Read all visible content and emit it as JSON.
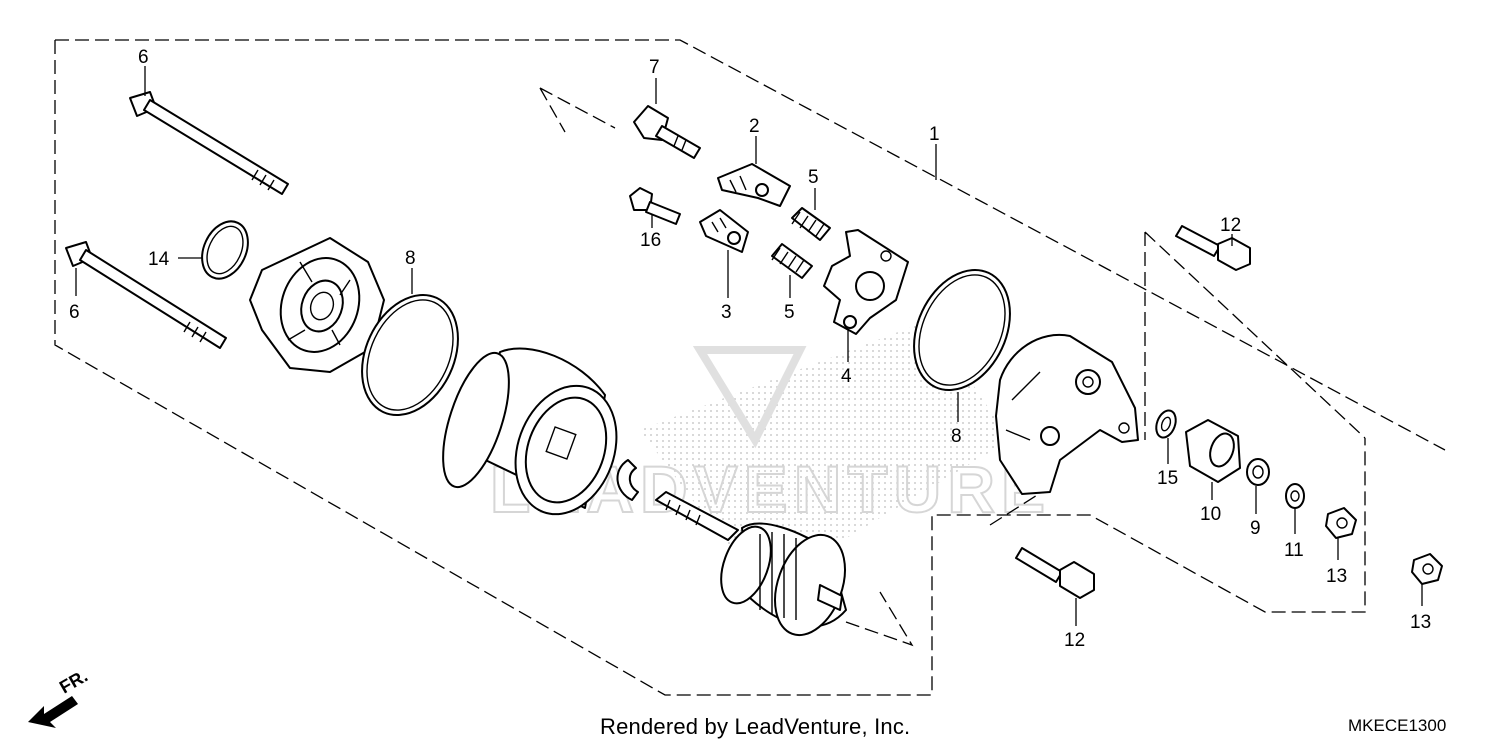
{
  "diagram": {
    "labels": {
      "p1": "1",
      "p2": "2",
      "p3": "3",
      "p4": "4",
      "p5a": "5",
      "p5b": "5",
      "p6a": "6",
      "p6b": "6",
      "p7": "7",
      "p8a": "8",
      "p8b": "8",
      "p9": "9",
      "p10": "10",
      "p11": "11",
      "p12a": "12",
      "p12b": "12",
      "p13a": "13",
      "p13b": "13",
      "p14": "14",
      "p15": "15",
      "p16": "16"
    },
    "direction_marker": "FR.",
    "watermark": "LEADVENTURE"
  },
  "footer": {
    "credit": "Rendered by LeadVenture, Inc.",
    "diagram_code": "MKECE1300"
  }
}
